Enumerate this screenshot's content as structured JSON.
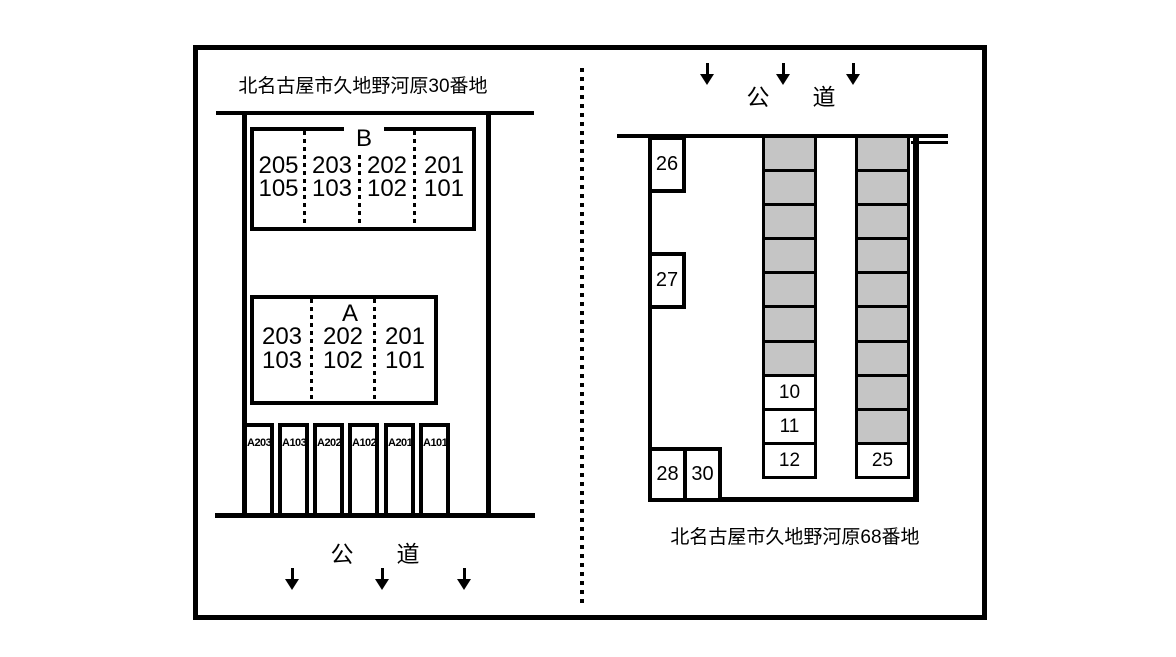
{
  "left_block": {
    "address": "北名古屋市久地野河原30番地",
    "road_label": "公　道",
    "building_b": {
      "label": "B",
      "units": [
        {
          "upper": "205",
          "lower": "105"
        },
        {
          "upper": "203",
          "lower": "103"
        },
        {
          "upper": "202",
          "lower": "102"
        },
        {
          "upper": "201",
          "lower": "101"
        }
      ]
    },
    "building_a": {
      "label": "A",
      "units": [
        {
          "upper": "203",
          "lower": "103"
        },
        {
          "upper": "202",
          "lower": "102"
        },
        {
          "upper": "201",
          "lower": "101"
        }
      ]
    },
    "parking_stalls": [
      "A203",
      "A103",
      "A202",
      "A102",
      "A201",
      "A101"
    ]
  },
  "right_block": {
    "address": "北名古屋市久地野河原68番地",
    "road_label": "公　道",
    "side_stalls": [
      "26",
      "27"
    ],
    "bottom_stalls": [
      "28",
      "30"
    ],
    "columns": [
      {
        "stalls": [
          "",
          "",
          "",
          "",
          "",
          "",
          "",
          "10",
          "11",
          "12"
        ]
      },
      {
        "stalls": [
          "",
          "",
          "",
          "",
          "",
          "",
          "",
          "",
          "",
          "25"
        ]
      }
    ]
  },
  "colors": {
    "occupied_gray": "#c5c5c5",
    "line_black": "#000000"
  }
}
